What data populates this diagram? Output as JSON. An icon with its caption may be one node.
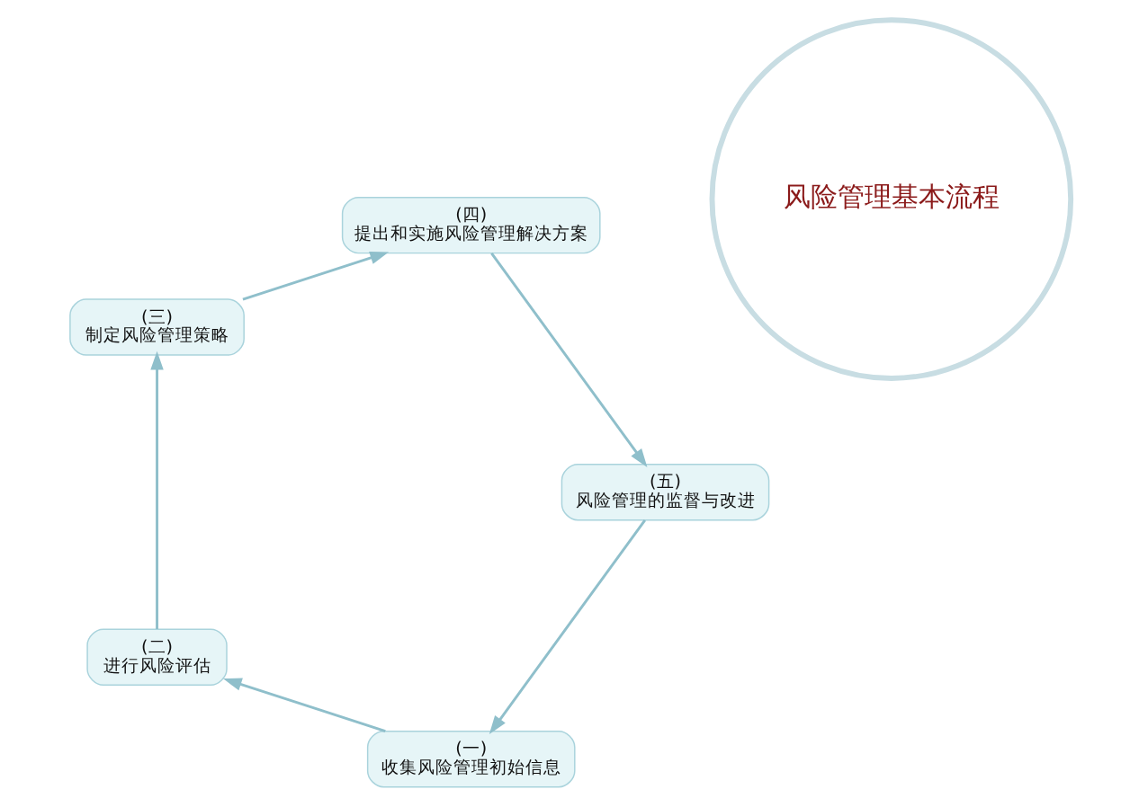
{
  "diagram": {
    "nodes": [
      {
        "text": [
          "风险管理基本流程"
        ]
      },
      {
        "text": [
          "(一)",
          "收集风险管理初始信息"
        ]
      },
      {
        "text": [
          "(二)",
          "进行风险评估"
        ]
      },
      {
        "text": [
          "(三)",
          "制定风险管理策略"
        ]
      },
      {
        "text": [
          "(四)",
          "提出和实施风险管理解决方案"
        ]
      },
      {
        "text": [
          "(五)",
          "风险管理的监督与改进"
        ]
      }
    ],
    "edges": [
      {
        "from": 1,
        "to": 2,
        "arrow": "to"
      },
      {
        "from": 2,
        "to": 3,
        "arrow": "to"
      },
      {
        "from": 3,
        "to": 4,
        "arrow": "to"
      },
      {
        "from": 4,
        "to": 5,
        "arrow": "to"
      },
      {
        "from": 5,
        "to": 1,
        "arrow": "to"
      }
    ]
  }
}
